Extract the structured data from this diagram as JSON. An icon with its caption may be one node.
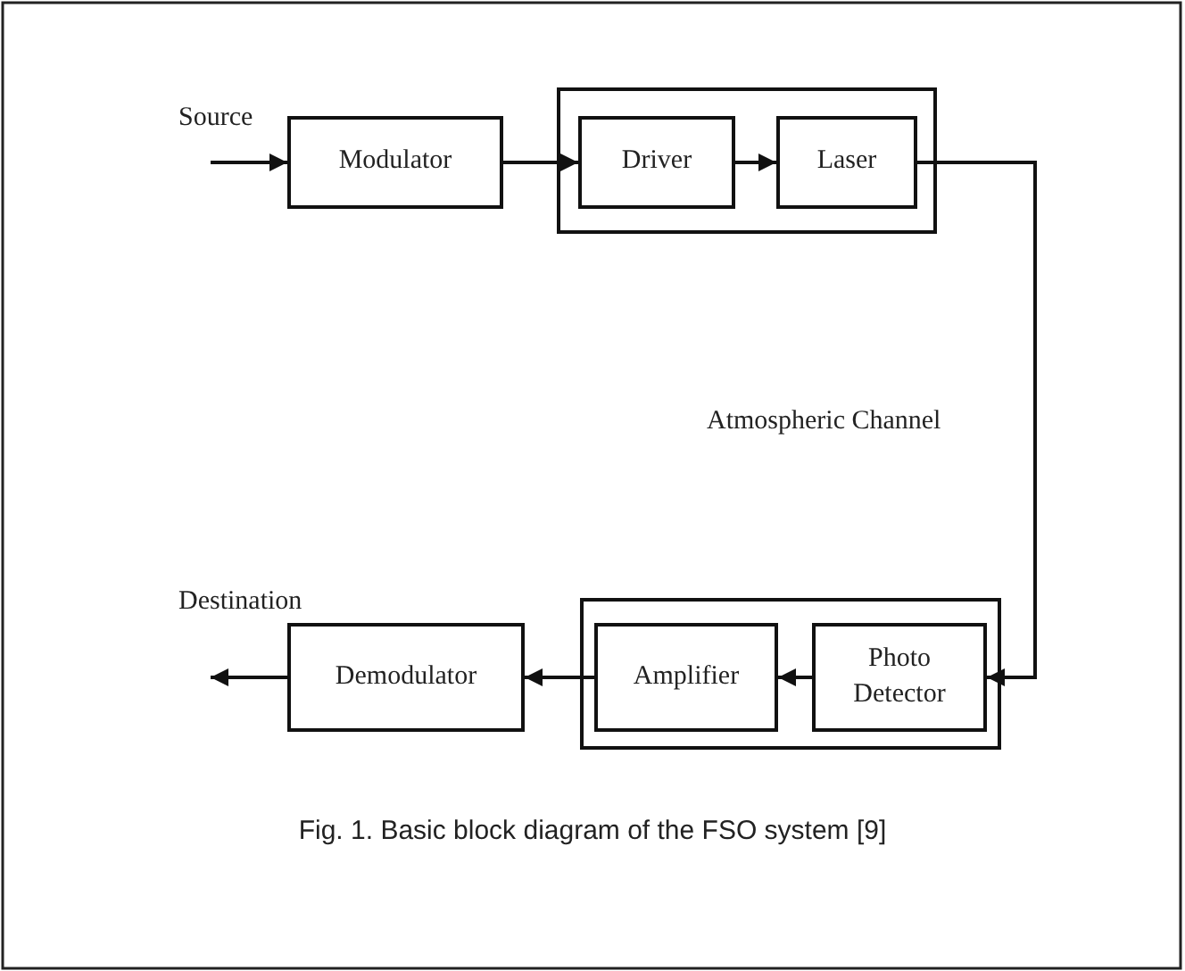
{
  "diagram": {
    "caption": "Fig. 1. Basic block diagram of the FSO system [9]",
    "nodes": [
      {
        "text": [
          "Modulator"
        ]
      },
      {
        "text": [],
        "shape": "box"
      },
      {
        "text": [
          "Driver"
        ],
        "in": 1
      },
      {
        "text": [
          "Laser"
        ],
        "in": 1
      },
      {
        "text": [],
        "shape": "box"
      },
      {
        "text": [
          "Amplifier"
        ],
        "in": 4
      },
      {
        "text": [
          "Photo Detector"
        ],
        "in": 4
      },
      {
        "text": [
          "Demodulator"
        ]
      }
    ],
    "edges": [
      {
        "from": null,
        "to": 0,
        "arrow": "to"
      },
      {
        "from": 0,
        "to": 2,
        "arrow": "to"
      },
      {
        "from": 2,
        "to": 3,
        "arrow": "to"
      },
      {
        "from": 3,
        "to": 6,
        "arrow": "to",
        "label": "Atmospheric Channel"
      },
      {
        "from": 6,
        "to": 5,
        "arrow": "to"
      },
      {
        "from": 5,
        "to": 7,
        "arrow": "to"
      },
      {
        "from": 7,
        "to": null,
        "arrow": "to"
      }
    ],
    "labels": [
      "Source",
      "Destination"
    ]
  }
}
